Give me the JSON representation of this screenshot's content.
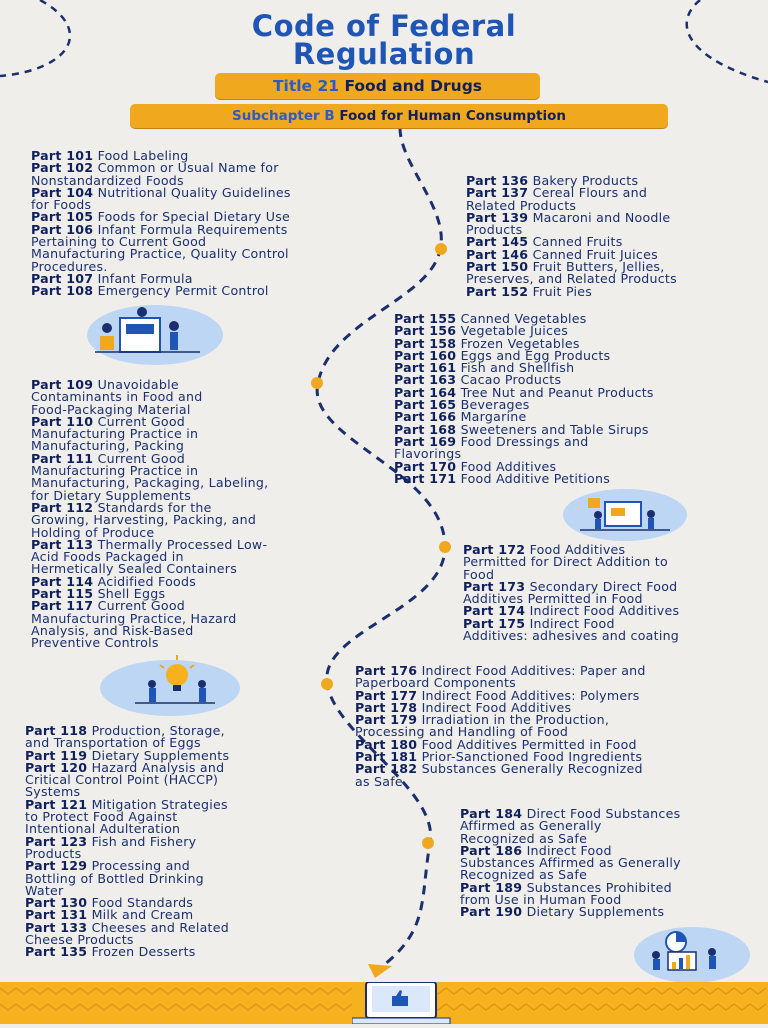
{
  "header": {
    "title_line1": "Code of Federal",
    "title_line2": "Regulation",
    "title21_prefix": "Title 21",
    "title21_text": "Food and Drugs",
    "subchapter_prefix": "Subchapter B",
    "subchapter_text": "Food for Human Consumption"
  },
  "colors": {
    "title": "#1f55b5",
    "pill": "#f0a81f",
    "text": "#1b2f6e",
    "path": "#1b2f6e",
    "dot": "#f0a81f",
    "footer": "#f5b21e"
  },
  "icons": [
    "lab-team-illustration",
    "dashboard-team-illustration",
    "lightbulb-team-illustration",
    "chart-team-illustration",
    "laptop-like-illustration"
  ],
  "groups": [
    {
      "items": [
        {
          "part": "Part 101",
          "text": "Food Labeling"
        },
        {
          "part": "Part 102",
          "text": "Common or Usual Name for\nNonstandardized Foods"
        },
        {
          "part": "Part 104",
          "text": "Nutritional Quality Guidelines\nfor Foods"
        },
        {
          "part": "Part 105",
          "text": "Foods for Special Dietary Use"
        },
        {
          "part": "Part 106",
          "text": "Infant Formula Requirements\nPertaining to Current Good\nManufacturing Practice, Quality Control\nProcedures."
        },
        {
          "part": "Part 107",
          "text": "Infant Formula"
        },
        {
          "part": "Part 108",
          "text": "Emergency Permit Control"
        }
      ]
    },
    {
      "items": [
        {
          "part": "Part 136",
          "text": "Bakery Products"
        },
        {
          "part": "Part 137",
          "text": "Cereal Flours and\nRelated Products"
        },
        {
          "part": "Part 139",
          "text": "Macaroni and Noodle\nProducts"
        },
        {
          "part": "Part 145",
          "text": "Canned Fruits"
        },
        {
          "part": "Part 146",
          "text": "Canned Fruit Juices"
        },
        {
          "part": "Part 150",
          "text": "Fruit Butters, Jellies,\nPreserves, and Related Products"
        },
        {
          "part": "Part 152",
          "text": "Fruit Pies"
        }
      ]
    },
    {
      "items": [
        {
          "part": "Part 155",
          "text": "Canned Vegetables"
        },
        {
          "part": "Part 156",
          "text": "Vegetable Juices"
        },
        {
          "part": "Part 158",
          "text": "Frozen Vegetables"
        },
        {
          "part": "Part 160",
          "text": "Eggs and Egg Products"
        },
        {
          "part": "Part 161",
          "text": "Fish and Shellfish"
        },
        {
          "part": "Part 163",
          "text": "Cacao Products"
        },
        {
          "part": "Part 164",
          "text": "Tree Nut and Peanut Products"
        },
        {
          "part": "Part 165",
          "text": "Beverages"
        },
        {
          "part": "Part 166",
          "text": "Margarine"
        },
        {
          "part": "Part 168",
          "text": "Sweeteners and Table Sirups"
        },
        {
          "part": "Part 169",
          "text": "Food Dressings and\nFlavorings"
        },
        {
          "part": "Part 170",
          "text": "Food Additives"
        },
        {
          "part": "Part 171",
          "text": "Food Additive Petitions"
        }
      ]
    },
    {
      "items": [
        {
          "part": "Part 109",
          "text": "Unavoidable\nContaminants in Food and\nFood-Packaging Material"
        },
        {
          "part": "Part 110",
          "text": "Current Good\nManufacturing Practice in\nManufacturing, Packing"
        },
        {
          "part": "Part 111",
          "text": "Current Good\nManufacturing Practice in\nManufacturing, Packaging, Labeling,\nfor Dietary Supplements"
        },
        {
          "part": "Part 112",
          "text": "Standards for the\nGrowing, Harvesting, Packing, and\nHolding of Produce"
        },
        {
          "part": "Part 113",
          "text": "Thermally Processed Low-\nAcid Foods Packaged in\nHermetically Sealed Containers"
        },
        {
          "part": "Part 114",
          "text": "Acidified Foods"
        },
        {
          "part": "Part 115",
          "text": "Shell Eggs"
        },
        {
          "part": "Part 117",
          "text": "Current Good\nManufacturing Practice, Hazard\nAnalysis, and Risk-Based\nPreventive Controls"
        }
      ]
    },
    {
      "items": [
        {
          "part": "Part 172",
          "text": "Food Additives\nPermitted for Direct Addition to\nFood"
        },
        {
          "part": "Part 173",
          "text": "Secondary Direct Food\nAdditives Permitted in Food"
        },
        {
          "part": "Part 174",
          "text": "Indirect Food Additives"
        },
        {
          "part": "Part 175",
          "text": "Indirect Food\nAdditives: adhesives and coating"
        }
      ]
    },
    {
      "items": [
        {
          "part": "Part 176",
          "text": "Indirect Food Additives: Paper and\nPaperboard Components"
        },
        {
          "part": "Part 177",
          "text": "Indirect Food Additives: Polymers"
        },
        {
          "part": "Part 178",
          "text": "Indirect Food Additives"
        },
        {
          "part": "Part 179",
          "text": "Irradiation in the Production,\nProcessing and Handling of Food"
        },
        {
          "part": "Part 180",
          "text": "Food Additives Permitted in Food"
        },
        {
          "part": "Part 181",
          "text": "Prior-Sanctioned Food Ingredients"
        },
        {
          "part": "Part 182",
          "text": "Substances Generally Recognized\nas Safe"
        }
      ]
    },
    {
      "items": [
        {
          "part": "Part 118",
          "text": "Production, Storage,\nand Transportation of Eggs"
        },
        {
          "part": "Part 119",
          "text": "Dietary Supplements"
        },
        {
          "part": "Part 120",
          "text": "Hazard Analysis and\nCritical Control Point (HACCP)\nSystems"
        },
        {
          "part": "Part 121",
          "text": "Mitigation Strategies\nto Protect Food Against\nIntentional Adulteration"
        },
        {
          "part": "Part 123",
          "text": "Fish and Fishery\nProducts"
        },
        {
          "part": "Part 129",
          "text": "Processing and\nBottling of Bottled Drinking\nWater"
        },
        {
          "part": "Part 130",
          "text": "Food Standards"
        },
        {
          "part": "Part 131",
          "text": "Milk and Cream"
        },
        {
          "part": "Part 133",
          "text": "Cheeses and Related\nCheese Products"
        },
        {
          "part": "Part 135",
          "text": "Frozen Desserts"
        }
      ]
    },
    {
      "items": [
        {
          "part": "Part 184",
          "text": "Direct Food Substances\nAffirmed as Generally\nRecognized as Safe"
        },
        {
          "part": "Part 186",
          "text": "Indirect Food\nSubstances Affirmed as Generally\nRecognized as Safe"
        },
        {
          "part": "Part 189",
          "text": "Substances Prohibited\nfrom Use in Human Food"
        },
        {
          "part": "Part 190",
          "text": "Dietary Supplements"
        }
      ]
    }
  ]
}
